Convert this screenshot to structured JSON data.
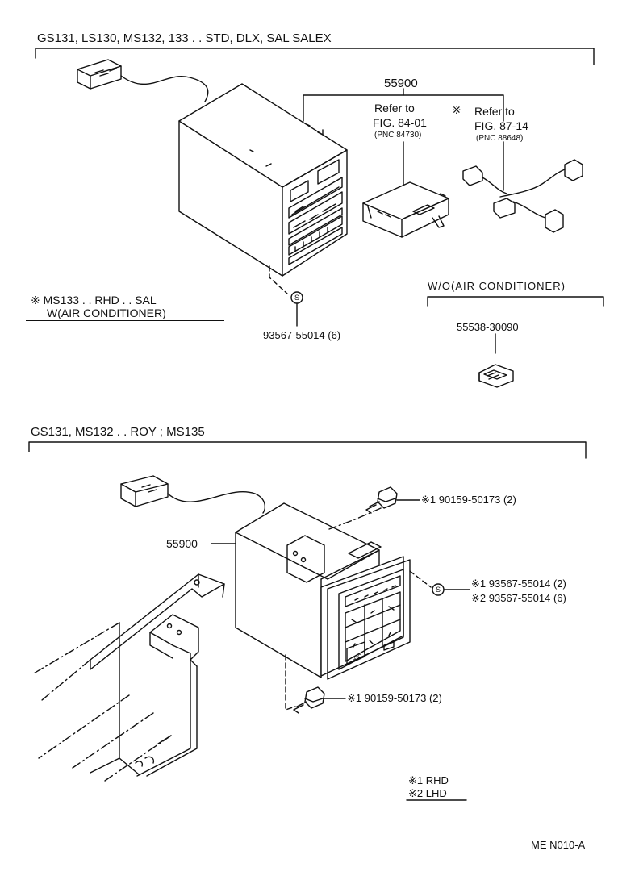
{
  "section1": {
    "header": "GS131, LS130, MS132, 133 . . STD, DLX, SAL SALEX",
    "unit_part": "55900",
    "ref1_line1": "Refer to",
    "ref1_line2": "FIG. 84-01",
    "ref1_line3": "(PNC 84730)",
    "ref2_mark": "※",
    "ref2_line1": "Refer to",
    "ref2_line2": "FIG. 87-14",
    "ref2_line3": "(PNC 88648)",
    "note_line1": "※ MS133 . . RHD . . SAL",
    "note_line2": "W(AIR CONDITIONER)",
    "screw_symbol": "S",
    "screw_part": "93567-55014 (6)",
    "wo_label": "W/O(AIR CONDITIONER)",
    "plug_part": "55538-30090"
  },
  "section2": {
    "header": "GS131, MS132 . . ROY ; MS135",
    "unit_part": "55900",
    "bolt_top": "※1  90159-50173 (2)",
    "screw_symbol": "S",
    "screw_rhd": "※1  93567-55014 (2)",
    "screw_lhd": "※2  93567-55014 (6)",
    "bolt_bottom": "※1  90159-50173 (2)",
    "panel_ac": "A/C",
    "legend_rhd": "※1  RHD",
    "legend_lhd": "※2  LHD"
  },
  "footer": {
    "code": "ME  N010-A"
  }
}
